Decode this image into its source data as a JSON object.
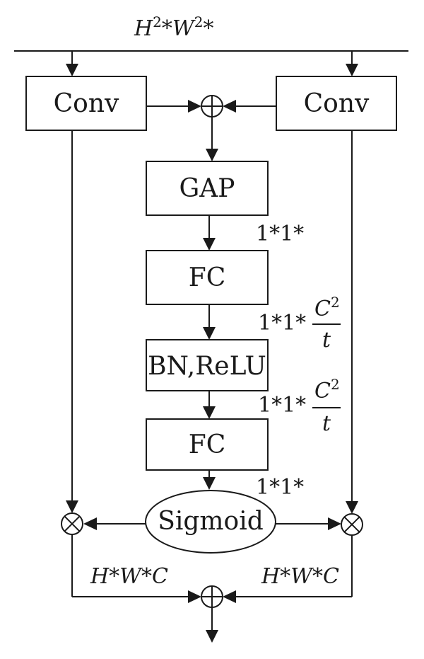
{
  "input_label": {
    "h": "H",
    "h_exp": "2",
    "w": "W",
    "w_exp": "2",
    "sep": "*",
    "trail": "*"
  },
  "conv_left": "Conv",
  "conv_right": "Conv",
  "gap": "GAP",
  "fc1": "FC",
  "bn_relu": "BN,ReLU",
  "fc2": "FC",
  "sigmoid": "Sigmoid",
  "dim_after_gap": "1*1*",
  "dim_after_fc1": {
    "prefix": "1*1*",
    "numerator": "C",
    "numerator_exp": "2",
    "denominator": "t"
  },
  "dim_after_bn": {
    "prefix": "1*1*",
    "numerator": "C",
    "numerator_exp": "2",
    "denominator": "t"
  },
  "dim_after_fc2": "1*1*",
  "left_output_label": "H*W*C",
  "right_output_label": "H*W*C",
  "add_symbol": "⊕",
  "multiply_symbol": "⊗"
}
